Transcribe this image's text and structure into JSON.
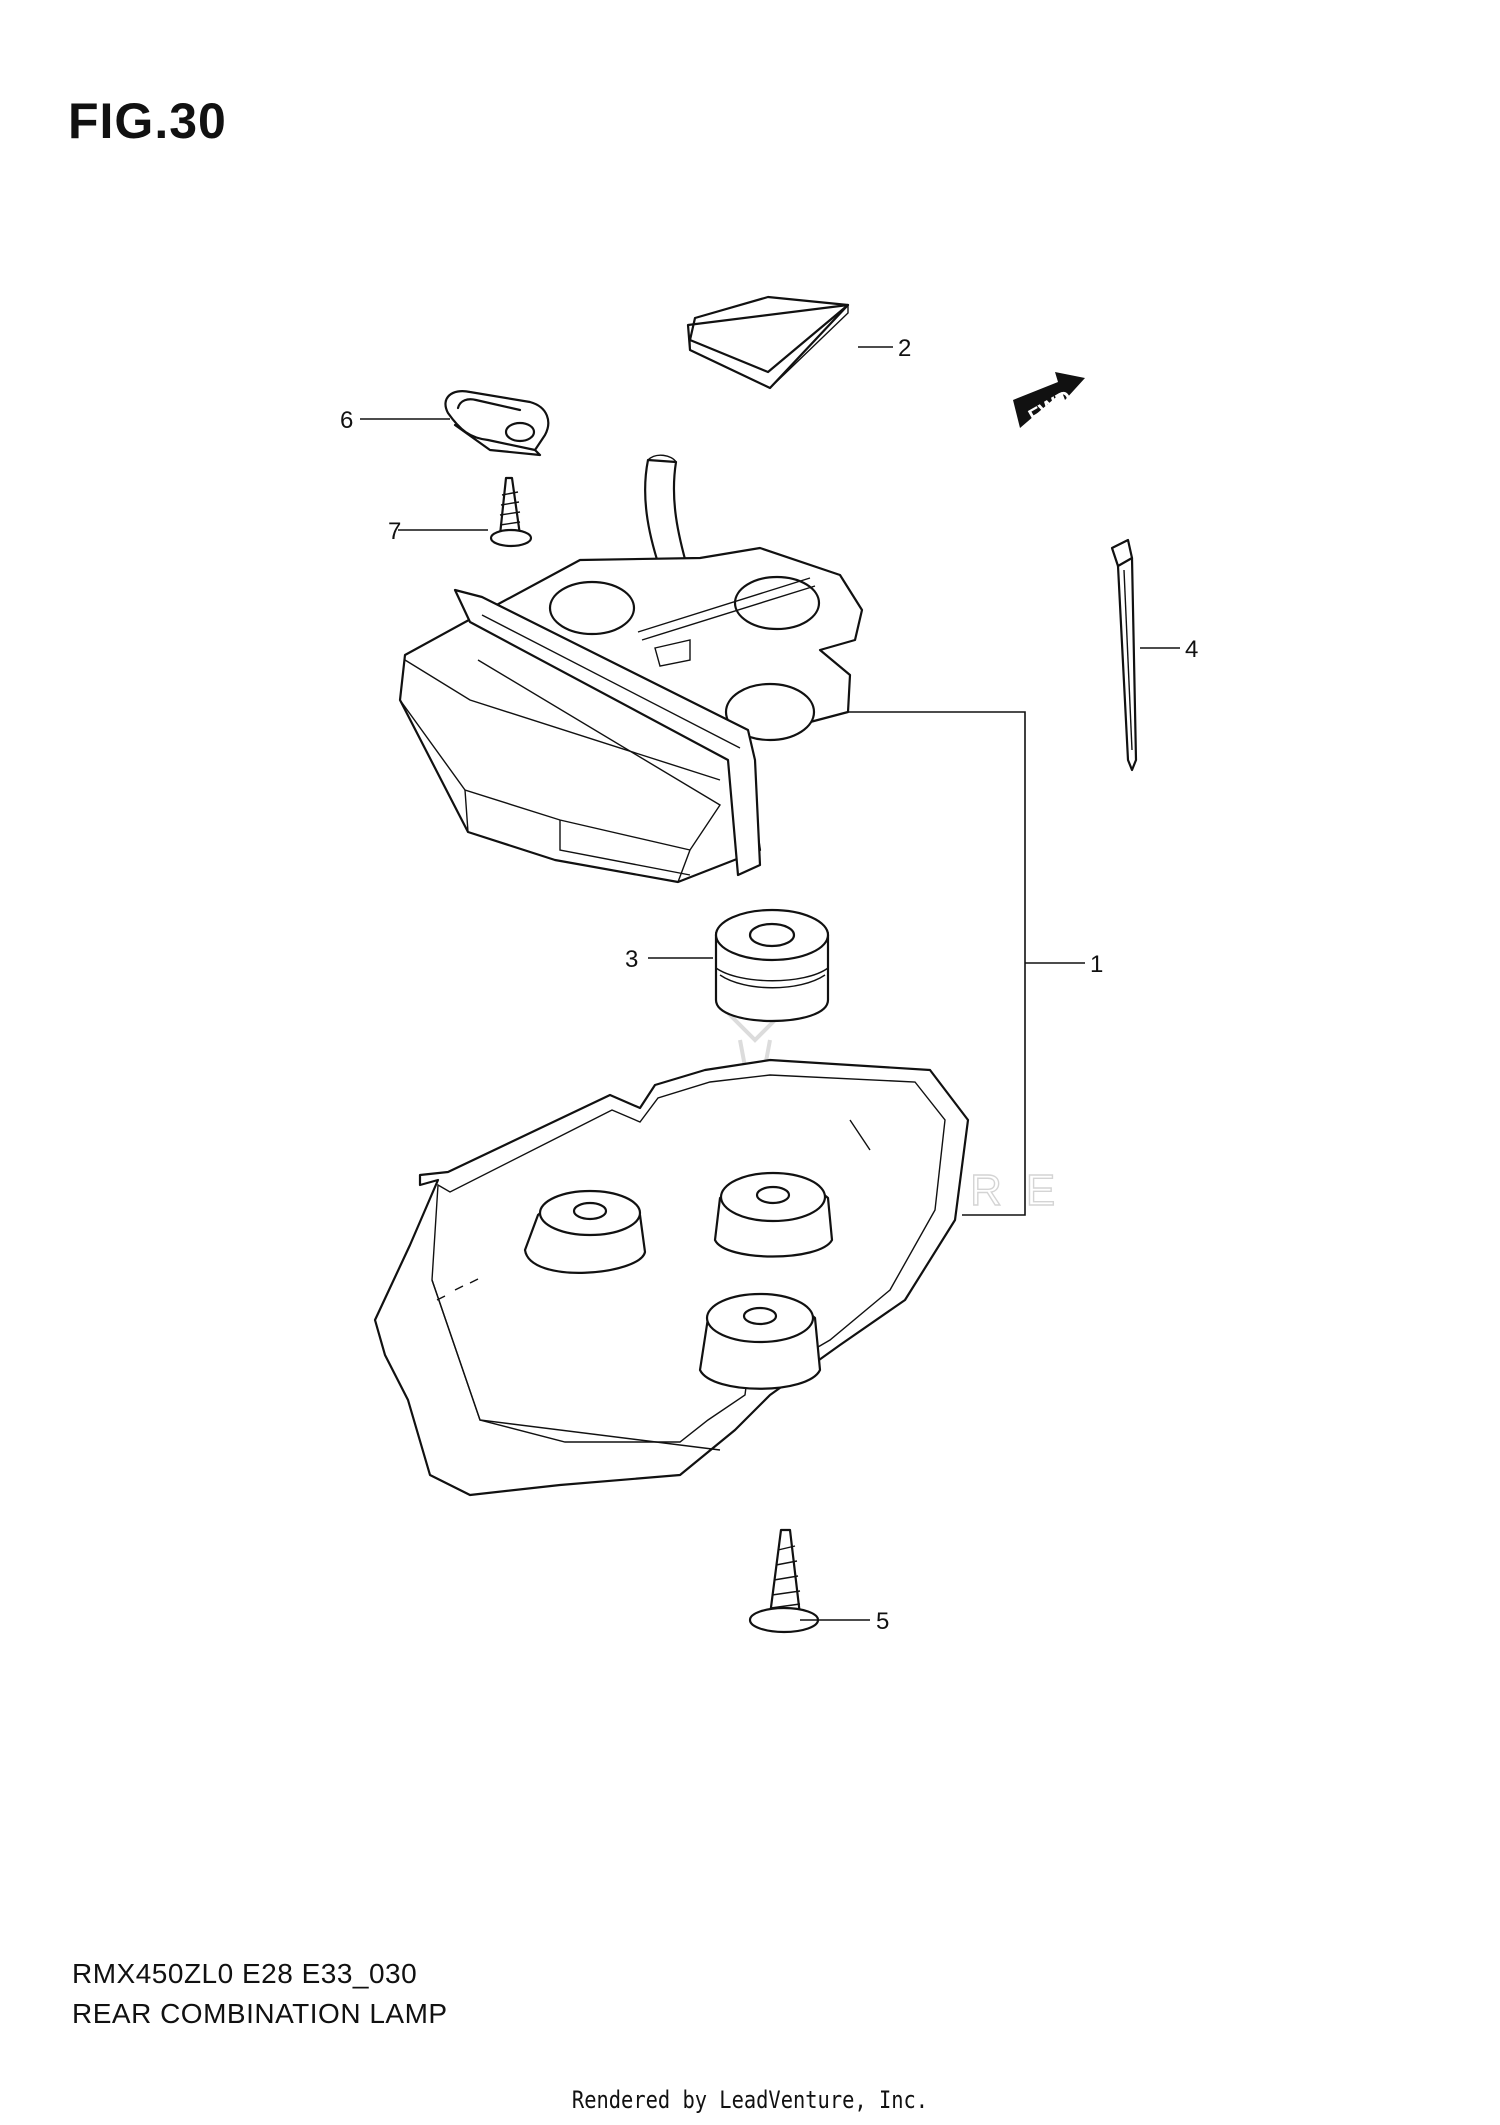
{
  "figure": {
    "title": "FIG.30"
  },
  "caption": {
    "model_code": "RMX450ZL0 E28 E33_030",
    "part_name": "REAR COMBINATION LAMP"
  },
  "direction_badge": {
    "label": "FWD"
  },
  "watermark": {
    "text": "LEADVENTURE"
  },
  "callouts": [
    "1",
    "2",
    "3",
    "4",
    "5",
    "6",
    "7"
  ],
  "footer": {
    "text": "Rendered by LeadVenture, Inc."
  }
}
